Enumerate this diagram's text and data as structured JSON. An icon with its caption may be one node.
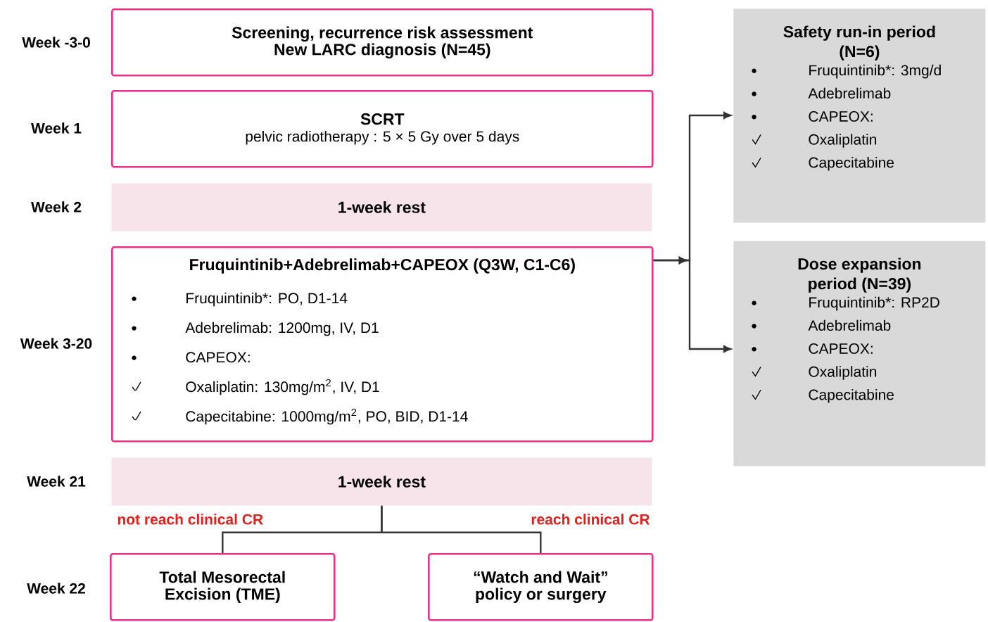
{
  "diagram": {
    "nodes": [
      {
        "text": [
          "Screening, recurrence risk assessment",
          "New LARC diagnosis (N=45)"
        ],
        "beside": [
          "Week -3-0"
        ]
      },
      {
        "text": [
          "SCRT",
          "pelvic radiotherapy : 5 × 5 Gy over 5 days"
        ],
        "beside": [
          "Week 1"
        ]
      },
      {
        "text": [
          "1-week rest"
        ],
        "beside": [
          "Week 2"
        ]
      },
      {
        "text": [
          "Fruquintinib+Adebrelimab+CAPEOX (Q3W, C1-C6)",
          "Fruquintinib*: PO, D1-14",
          "Adebrelimab: 1200mg, IV, D1",
          "CAPEOX:",
          "Oxaliplatin: 130mg/m$^{2}$, IV, D1",
          "Capecitabine: 1000mg/m$^{2}$, PO, BID, D1-14"
        ],
        "beside": [
          "Week 3-20"
        ]
      },
      {
        "text": [
          "1-week rest"
        ],
        "beside": [
          "Week 21"
        ]
      },
      {
        "text": [
          "Total Mesorectal Excision (TME)"
        ],
        "beside": [
          "Week 22"
        ]
      },
      {
        "text": [
          "“Watch and Wait” policy or surgery"
        ]
      },
      {
        "text": [
          "Safety run-in period (N=6)",
          "Fruquintinib*: 3mg/d",
          "Adebrelimab",
          "CAPEOX:",
          "Oxaliplatin",
          "Capecitabine"
        ]
      },
      {
        "text": [
          "Dose expansion period (N=39)",
          "Fruquintinib*: RP2D",
          "Adebrelimab",
          "CAPEOX:",
          "Oxaliplatin",
          "Capecitabine"
        ]
      }
    ],
    "edges": [
      {
        "from": 3,
        "to": 7,
        "arrow": "to"
      },
      {
        "from": 3,
        "to": 8,
        "arrow": "to"
      },
      {
        "from": 4,
        "to": 5,
        "arrow": "none",
        "label": "not reach clinical CR"
      },
      {
        "from": 4,
        "to": 6,
        "arrow": "none",
        "label": "reach clinical CR"
      }
    ]
  }
}
